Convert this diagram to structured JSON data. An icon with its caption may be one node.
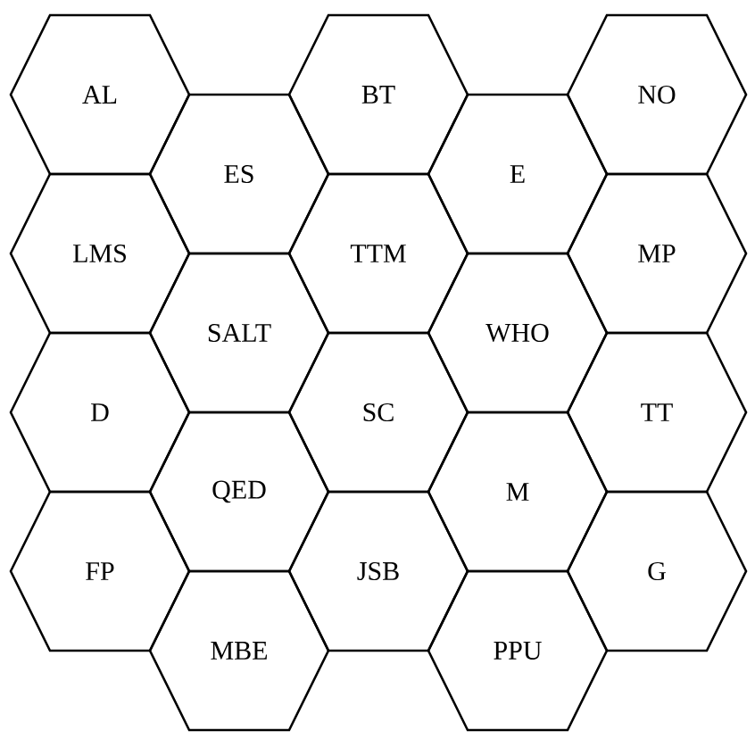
{
  "diagram": {
    "nodes": [
      {
        "text": [
          "AL"
        ]
      },
      {
        "text": [
          "BT"
        ]
      },
      {
        "text": [
          "NO"
        ]
      },
      {
        "text": [
          "ES"
        ]
      },
      {
        "text": [
          "E"
        ]
      },
      {
        "text": [
          "LMS"
        ]
      },
      {
        "text": [
          "TTM"
        ]
      },
      {
        "text": [
          "MP"
        ]
      },
      {
        "text": [
          "SALT"
        ]
      },
      {
        "text": [
          "WHO"
        ]
      },
      {
        "text": [
          "D"
        ]
      },
      {
        "text": [
          "SC"
        ]
      },
      {
        "text": [
          "TT"
        ]
      },
      {
        "text": [
          "QED"
        ]
      },
      {
        "text": [
          "M"
        ]
      },
      {
        "text": [
          "FP"
        ]
      },
      {
        "text": [
          "JSB"
        ]
      },
      {
        "text": [
          "G"
        ]
      },
      {
        "text": [
          "MBE"
        ]
      },
      {
        "text": [
          "PPU"
        ]
      }
    ]
  }
}
